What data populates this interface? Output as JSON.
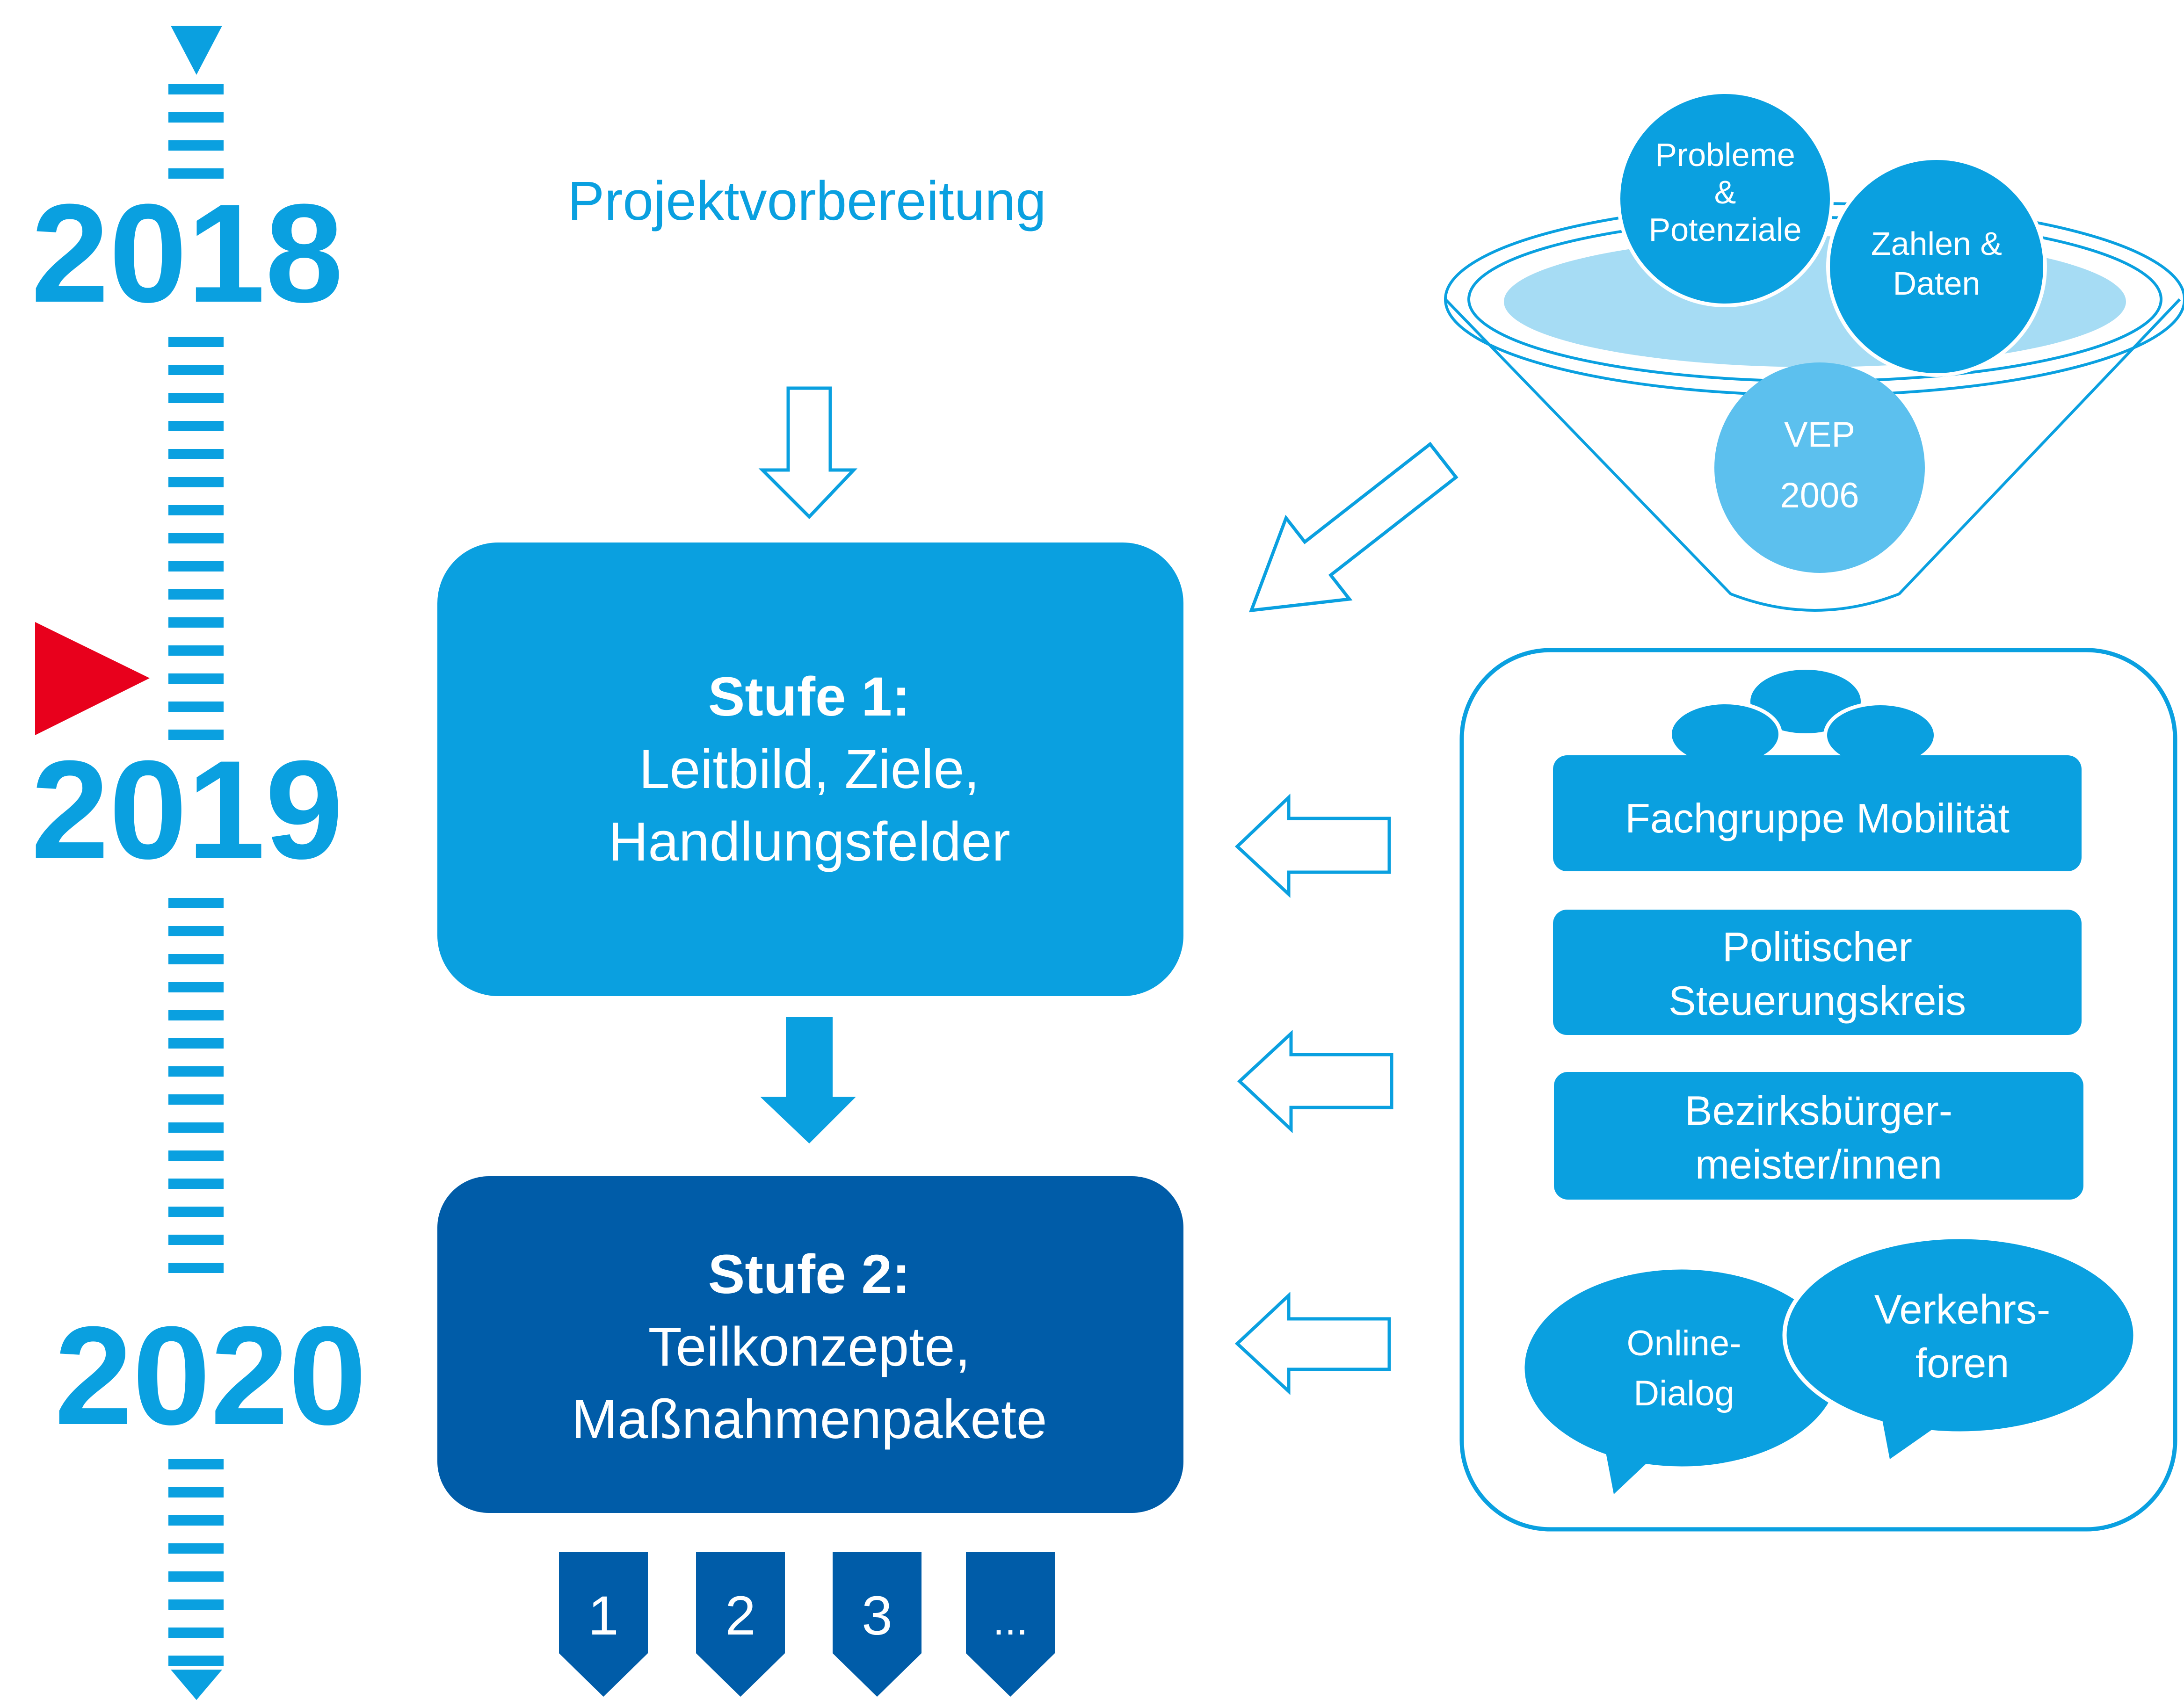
{
  "colors": {
    "light_blue": "#0aa0e0",
    "dark_blue": "#005ca8",
    "pale_blue": "#5cc0ee",
    "marker_red": "#e8001c",
    "white": "#ffffff"
  },
  "timeline": {
    "years": [
      "2018",
      "2019",
      "2020"
    ],
    "marker": "current-position-marker"
  },
  "header": {
    "projektvorbereitung": "Projektvorbereitung"
  },
  "stage1": {
    "title": "Stufe 1:",
    "line1": "Leitbild, Ziele,",
    "line2": "Handlungsfelder"
  },
  "stage2": {
    "title": "Stufe 2:",
    "line1": "Teilkonzepte,",
    "line2": "Maßnahmenpakete"
  },
  "packages": [
    "1",
    "2",
    "3",
    "..."
  ],
  "funnel": {
    "circle1": [
      "Probleme",
      "&",
      "Potenziale"
    ],
    "circle2": [
      "Zahlen &",
      "Daten"
    ],
    "circle3": [
      "VEP",
      "2006"
    ]
  },
  "participation": {
    "fachgruppe": "Fachgruppe Mobilität",
    "politischer": [
      "Politischer",
      "Steuerungskreis"
    ],
    "bezirk": [
      "Bezirksbürger-",
      "meister/innen"
    ],
    "online": [
      "Online-",
      "Dialog"
    ],
    "verkehr": [
      "Verkehrs-",
      "foren"
    ]
  }
}
